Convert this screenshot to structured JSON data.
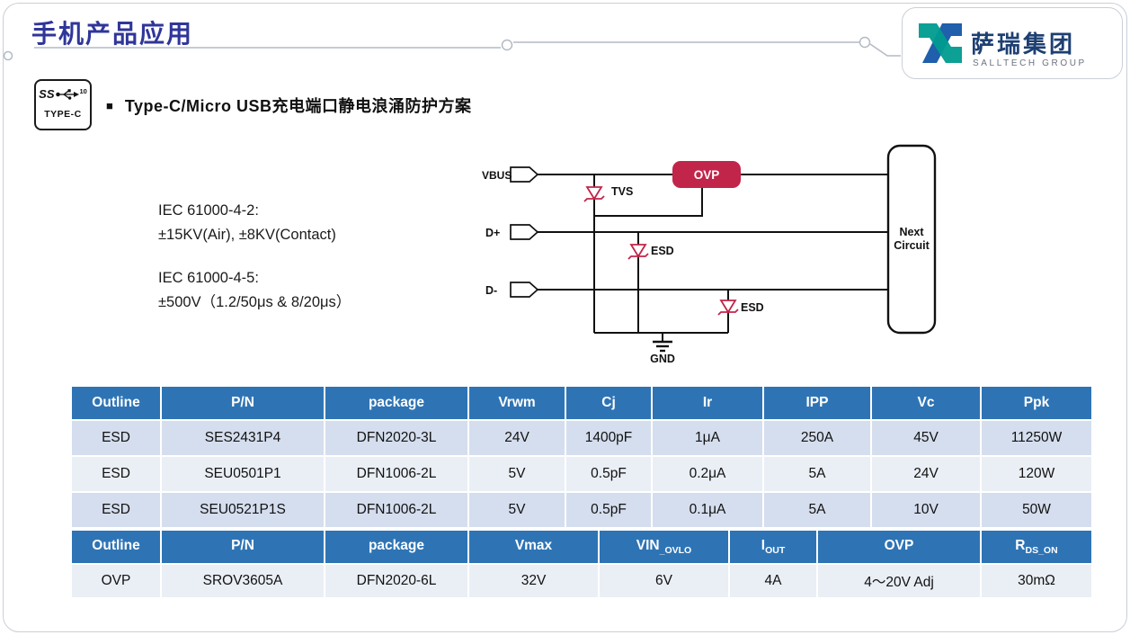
{
  "slide": {
    "title": "手机产品应用",
    "heading_bullet": "■",
    "heading": "Type-C/Micro USB充电端口静电浪涌防护方案"
  },
  "logo": {
    "cn": "萨瑞集团",
    "en": "SALLTECH GROUP"
  },
  "typec_badge": {
    "ss": "SS",
    "ten": "10",
    "caption": "TYPE-C"
  },
  "specs": {
    "item1_title": "IEC 61000-4-2:",
    "item1_value": "±15KV(Air), ±8KV(Contact)",
    "item2_title": "IEC 61000-4-5:",
    "item2_value": "±500V（1.2/50μs & 8/20μs）"
  },
  "diagram": {
    "signal_vbus": "VBUS",
    "signal_dp": "D+",
    "signal_dm": "D-",
    "tvs": "TVS",
    "esd1": "ESD",
    "esd2": "ESD",
    "ovp": "OVP",
    "gnd": "GND",
    "next1": "Next",
    "next2": "Circuit"
  },
  "colors": {
    "accent_red": "#C2254A",
    "header_blue": "#2E74B5",
    "title_blue": "#2F3699",
    "row_dark": "#D5DEEE",
    "row_light": "#EAEFF6",
    "logo_teal": "#009B8F",
    "logo_blue": "#1F5FAC"
  },
  "esd_table": {
    "headers": [
      "Outline",
      "P/N",
      "package",
      "Vrwm",
      "Cj",
      "Ir",
      "IPP",
      "Vc",
      "Ppk"
    ],
    "rows": [
      [
        "ESD",
        "SES2431P4",
        "DFN2020-3L",
        "24V",
        "1400pF",
        "1μA",
        "250A",
        "45V",
        "11250W"
      ],
      [
        "ESD",
        "SEU0501P1",
        "DFN1006-2L",
        "5V",
        "0.5pF",
        "0.2μA",
        "5A",
        "24V",
        "120W"
      ],
      [
        "ESD",
        "SEU0521P1S",
        "DFN1006-2L",
        "5V",
        "0.5pF",
        "0.1μA",
        "5A",
        "10V",
        "50W"
      ]
    ]
  },
  "ovp_table": {
    "headers": [
      {
        "main": "Outline",
        "sub": ""
      },
      {
        "main": "P/N",
        "sub": ""
      },
      {
        "main": "package",
        "sub": ""
      },
      {
        "main": "Vmax",
        "sub": ""
      },
      {
        "main": "VIN",
        "sub": "_OVLO"
      },
      {
        "main": "I",
        "sub": "OUT"
      },
      {
        "main": "OVP",
        "sub": ""
      },
      {
        "main": "R",
        "sub": "DS_ON"
      }
    ],
    "rows": [
      [
        "OVP",
        "SROV3605A",
        "DFN2020-6L",
        "32V",
        "6V",
        "4A",
        "4～20V Adj",
        "30mΩ"
      ]
    ]
  }
}
